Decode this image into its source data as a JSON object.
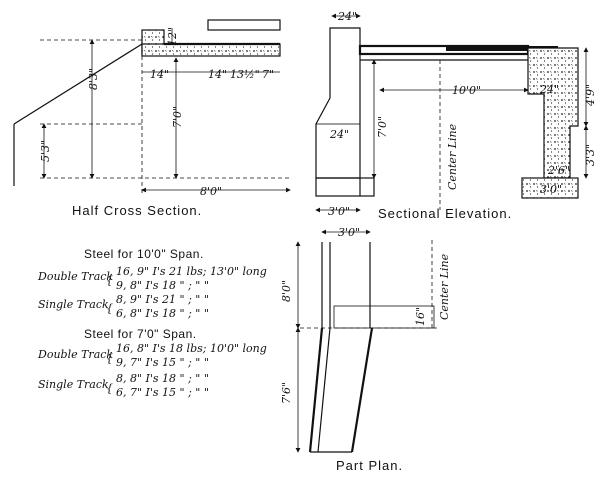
{
  "half_cross_section": {
    "caption": "Half Cross Section.",
    "dims": {
      "top_12": "12\"",
      "a_14": "14\"",
      "b_14": "14\"",
      "c_13": "13½\"",
      "d_7": "7\"",
      "h_8_3": "8'3\"",
      "h_7_0": "7'0\"",
      "h_5_3": "5'3\"",
      "w_8_0": "8'0\""
    }
  },
  "sectional_elevation": {
    "caption": "Sectional Elevation.",
    "center_line": "Center Line",
    "dims": {
      "top_24": "24\"",
      "span_10": "10'0\"",
      "side_24": "24\"",
      "h_4_9": "4'9\"",
      "h_7_0": "7'0\"",
      "inner_24": "24\"",
      "h_3_3": "3'3\"",
      "w_2_6": "2'6\"",
      "w_3_0_r": "3'0\"",
      "w_3_0_l": "3'0\""
    }
  },
  "part_plan": {
    "caption": "Part Plan.",
    "center_line": "Center Line",
    "dims": {
      "w_3_0": "3'0\"",
      "l_8_0": "8'0\"",
      "w_16": "16\"",
      "l_7_6": "7'6\""
    }
  },
  "steel_table": {
    "heading_10": "Steel for 10'0\" Span.",
    "heading_7": "Steel for 7'0\" Span.",
    "double_track": "Double Track",
    "single_track": "Single Track",
    "rows_10_double": [
      "16, 9\" I's 21 lbs; 13'0\" long",
      "9, 8\" I's 18   \"  ;    \"      \""
    ],
    "rows_10_single": [
      "8, 9\" I's 21   \"  ;    \"      \"",
      "6, 8\" I's 18   \"  ;    \"      \""
    ],
    "rows_7_double": [
      "16, 8\" I's 18 lbs; 10'0\" long",
      "9, 7\" I's 15   \"  ;    \"      \""
    ],
    "rows_7_single": [
      "8, 8\" I's 18   \"  ;    \"      \"",
      "6, 7\" I's 15   \"  ;    \"      \""
    ]
  }
}
